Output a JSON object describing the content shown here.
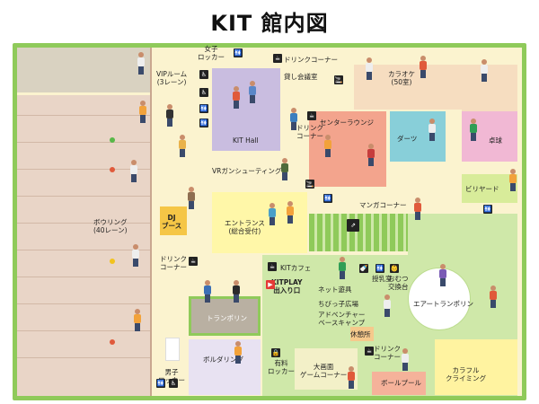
{
  "title": "KIT 館内図",
  "areas": {
    "vip_room": "VIPルーム\n(3レーン)",
    "bowling": "ボウリング\n(40レーン)",
    "dj_booth": "DJ\nブース",
    "drink_corner_left": "ドリンク\nコーナー",
    "kit_hall": "KIT Hall",
    "drink_corner_hall": "ドリンク\nコーナー",
    "vr_gun_shooting": "VRガンシューティング",
    "entrance": "エントランス\n(総合受付)",
    "trampoline": "トランポリン",
    "bouldering": "ボルダリング",
    "mens_locker": "男子\nロッカー",
    "womens_locker": "女子\nロッカー",
    "drink_corner_top": "ドリンクコーナー",
    "rental_room": "貸し会議室",
    "karaoke": "カラオケ\n(50室)",
    "center_lounge": "センターラウンジ",
    "darts": "ダーツ",
    "table_tennis": "卓球",
    "billiards": "ビリヤード",
    "manga_corner": "マンガコーナー",
    "kit_cafe": "KITカフェ",
    "kitplay_entrance": "KITPLAY\n出入り口",
    "net_play": "ネット遊具",
    "kids_square": "ちびっ子広場",
    "adventure_camp": "アドベンチャー\nベースキャンプ",
    "rest_area": "休憩所",
    "drink_corner_kitplay": "ドリンク\nコーナー",
    "air_trampoline": "エアートランポリン",
    "big_screen_game": "大画面\nゲームコーナー",
    "locker_charged": "有料\nロッカー",
    "ball_pool": "ボールプール",
    "colorful_climbing": "カラフル\nクライミング",
    "nursing_room": "授乳室",
    "diaper_station": "おむつ\n交換台"
  },
  "colors": {
    "bowling_lanes": "#e9d5c7",
    "corridor": "#fbf3cf",
    "vip": "#d9d2c1",
    "kit_hall": "#c9bde0",
    "entrance": "#fff7a8",
    "trampoline": "#b9b0a2",
    "bouldering": "#e8e2f2",
    "green_border": "#8fca5a",
    "kitplay_floor": "#cfe8a9",
    "karaoke_row": "#f6ddc0",
    "center_lounge": "#f3a48d",
    "darts": "#88cfd9",
    "table_tennis": "#f1b8d4",
    "billiards": "#d8ec9a",
    "climbing": "#fff3a0",
    "bigscreen": "#f3f0c8",
    "ball_pool": "#f5b29a"
  },
  "icons": [
    "restroom-icon",
    "wheelchair-icon",
    "escalator-icon",
    "smoking-icon",
    "locker-icon",
    "nursing-icon",
    "diaper-icon",
    "cafe-icon",
    "drink-icon",
    "accessibility-icon"
  ]
}
